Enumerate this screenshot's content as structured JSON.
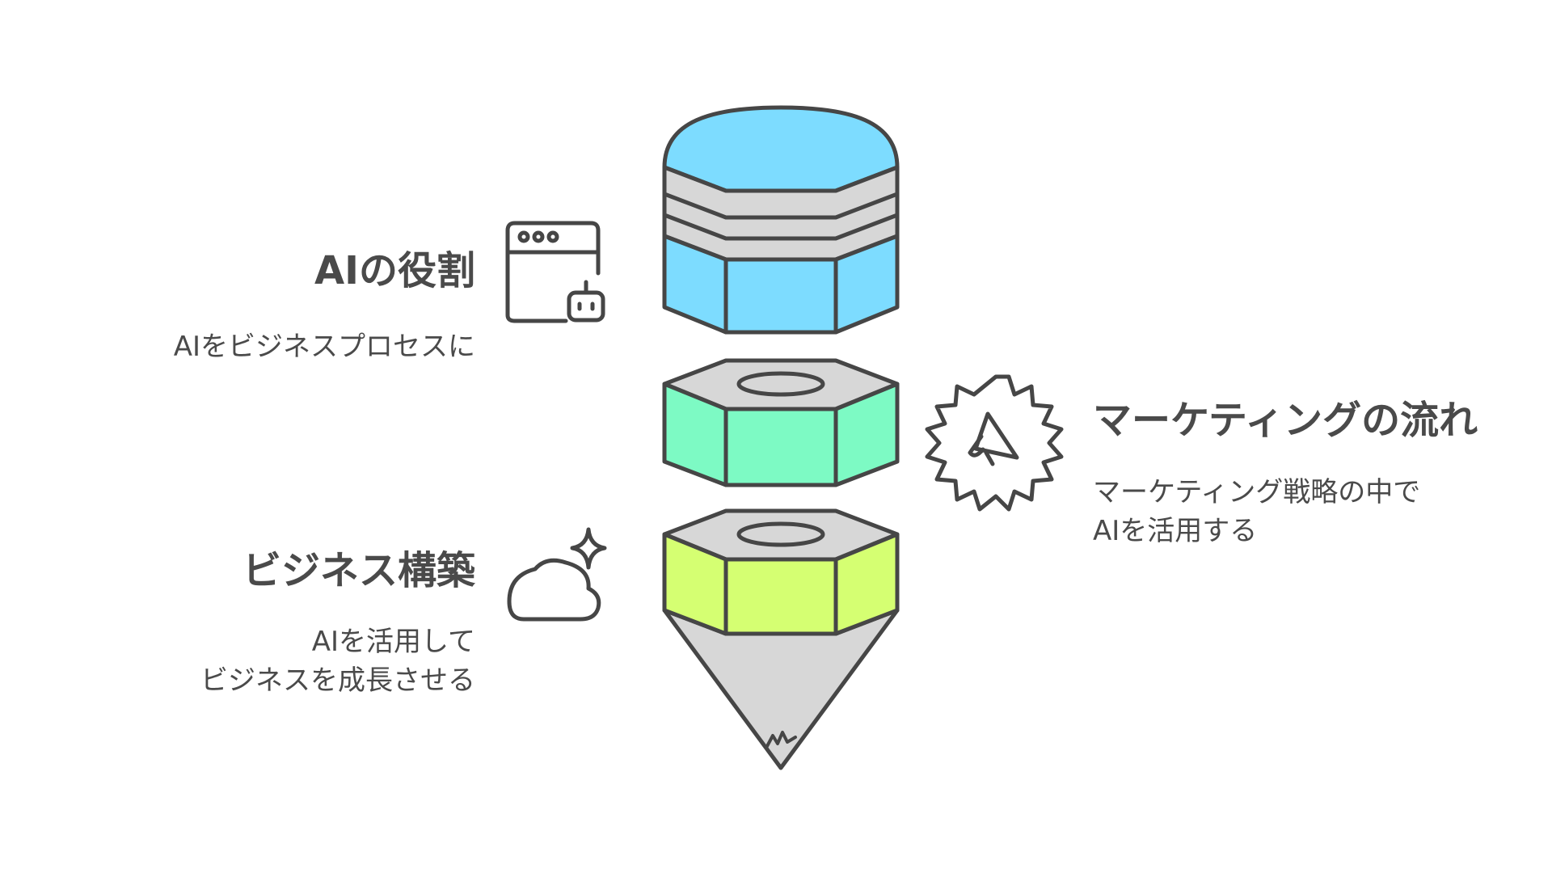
{
  "colors": {
    "outline": "#464646",
    "top_segment": "#7ddcff",
    "middle_segment": "#7dfac4",
    "bottom_segment": "#d5ff72",
    "gray_face": "#d7d7d7",
    "text": "#4a4a4a"
  },
  "sections": {
    "ai_role": {
      "title": "AIの役割",
      "description": "AIをビジネスプロセスに",
      "icon": "browser-robot-icon"
    },
    "marketing_flow": {
      "title": "マーケティングの流れ",
      "description_lines": [
        "マーケティング戦略の中で",
        "AIを活用する"
      ],
      "icon": "megaphone-gear-icon"
    },
    "business_building": {
      "title": "ビジネス構築",
      "description_lines": [
        "AIを活用して",
        "ビジネスを成長させる"
      ],
      "icon": "cloud-sparkle-icon"
    }
  }
}
